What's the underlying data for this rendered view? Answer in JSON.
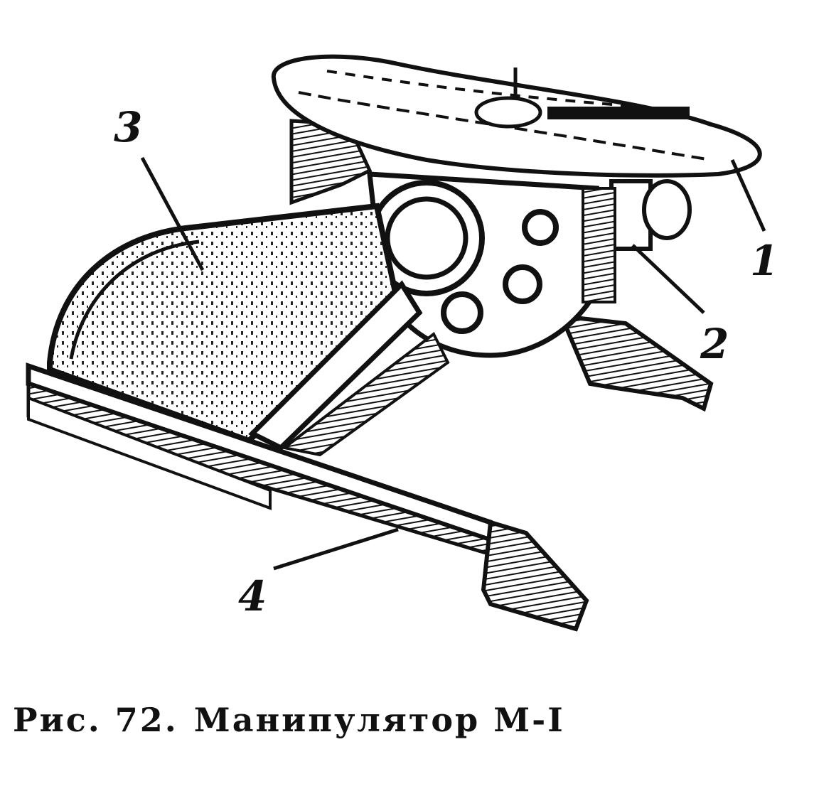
{
  "figure": {
    "callouts": [
      {
        "id": "1",
        "text": "1"
      },
      {
        "id": "2",
        "text": "2"
      },
      {
        "id": "3",
        "text": "3"
      },
      {
        "id": "4",
        "text": "4"
      }
    ],
    "caption": {
      "figure_label": "Рис. 72.",
      "title": "Манипулятор М-I"
    }
  }
}
